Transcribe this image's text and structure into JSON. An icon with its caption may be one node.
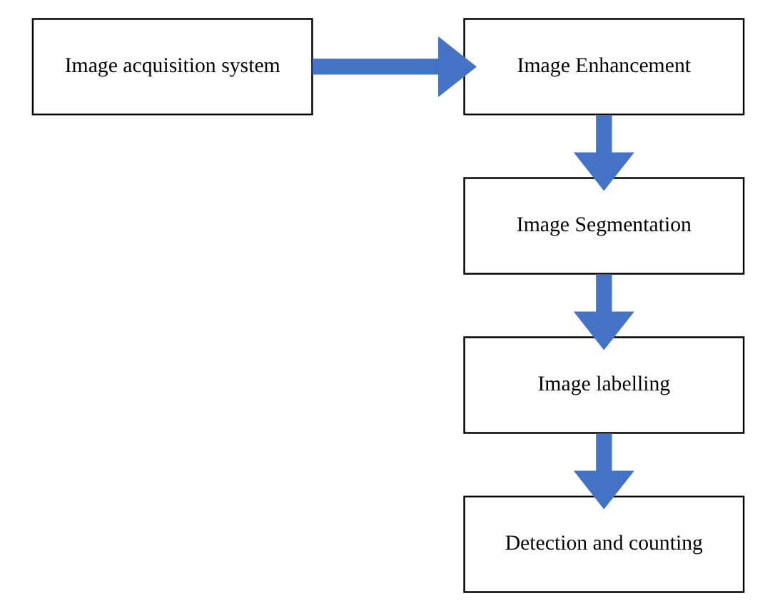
{
  "diagram": {
    "nodes": [
      {
        "text": [
          "Image acquisition system"
        ]
      },
      {
        "text": [
          "Image Enhancement"
        ]
      },
      {
        "text": [
          "Image Segmentation"
        ]
      },
      {
        "text": [
          "Image labelling"
        ]
      },
      {
        "text": [
          "Detection and counting"
        ]
      }
    ],
    "edges": [
      {
        "from": 0,
        "to": 1,
        "arrow": "to"
      },
      {
        "from": 1,
        "to": 2,
        "arrow": "to"
      },
      {
        "from": 2,
        "to": 3,
        "arrow": "to"
      },
      {
        "from": 3,
        "to": 4,
        "arrow": "to"
      }
    ]
  }
}
